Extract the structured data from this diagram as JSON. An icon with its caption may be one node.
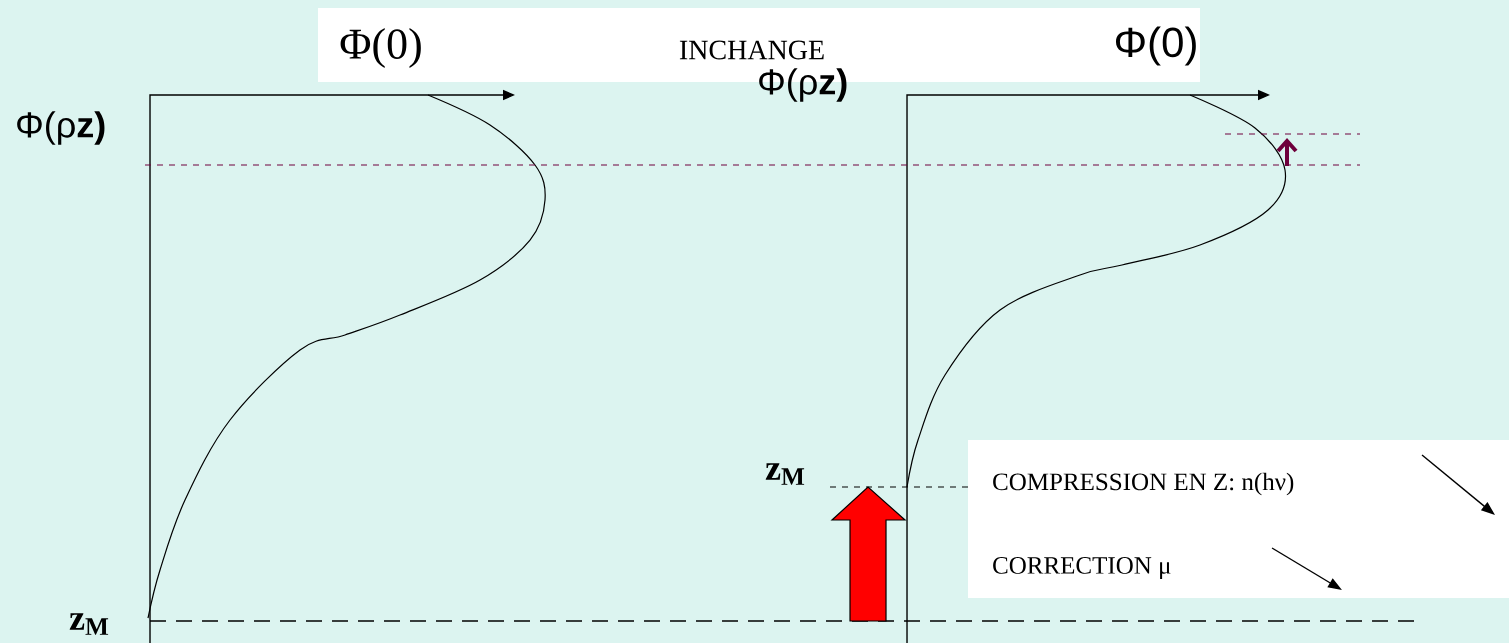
{
  "diagram": {
    "nodes": [
      {
        "text": [
          "Φ(0)",
          "INCHANGE",
          "Φ(0)"
        ]
      },
      {
        "text": [
          "COMPRESSION EN Z: n(hν)",
          "CORRECTION μ"
        ]
      }
    ],
    "labels": [
      "Φ(ρ**z)**",
      "Φ(ρ**z)**",
      "z$_{M}$",
      "z$_{M}$"
    ]
  }
}
